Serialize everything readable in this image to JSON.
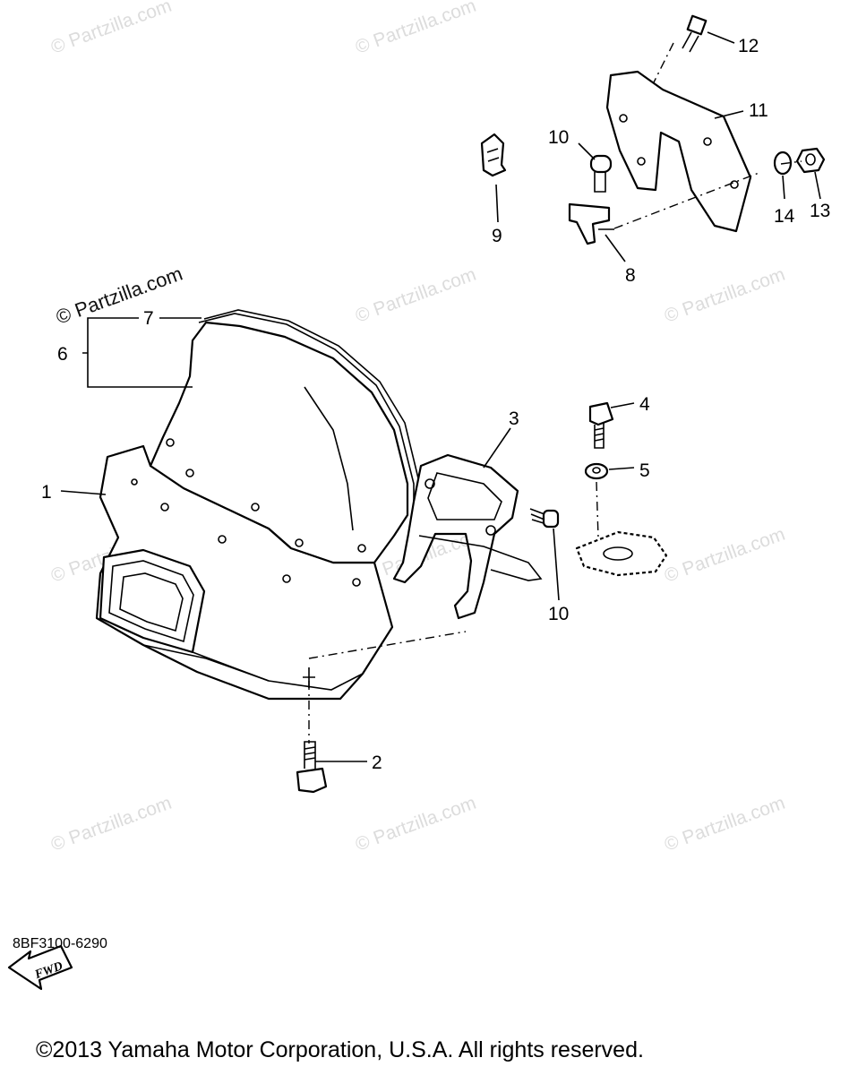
{
  "diagram": {
    "watermark_text": "© Partzilla.com",
    "callouts": {
      "c1": "1",
      "c2": "2",
      "c3": "3",
      "c4": "4",
      "c5": "5",
      "c6": "6",
      "c7": "7",
      "c8": "8",
      "c9": "9",
      "c10a": "10",
      "c10b": "10",
      "c11": "11",
      "c12": "12",
      "c13": "13",
      "c14": "14"
    },
    "fwd_label": "FWD",
    "drawing_code": "8BF3100-6290",
    "copyright": "©2013 Yamaha Motor Corporation, U.S.A. All rights reserved."
  }
}
